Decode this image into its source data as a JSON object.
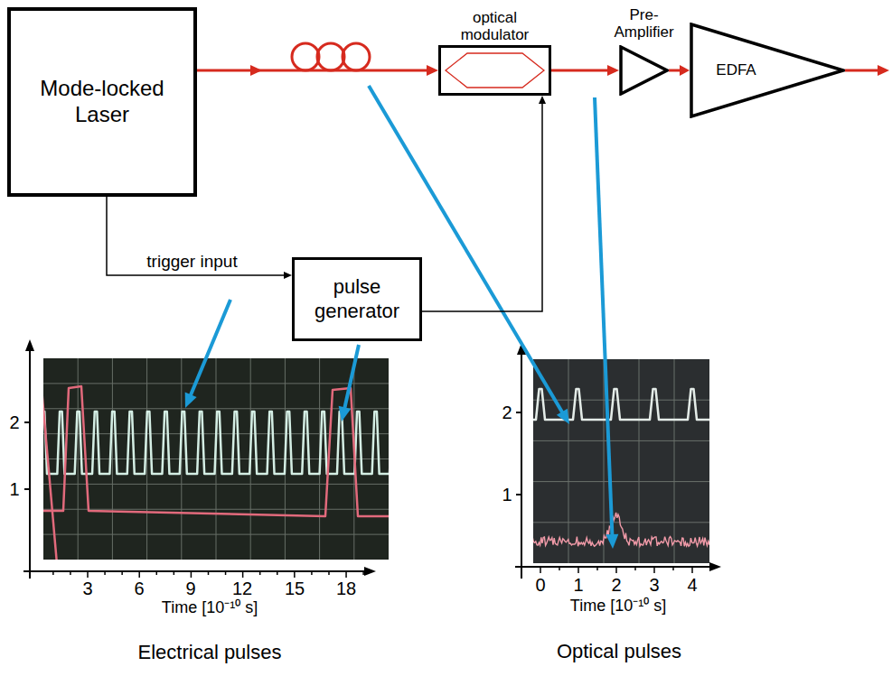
{
  "diagram": {
    "nodes": [
      {
        "text": [
          "Mode-locked Laser"
        ]
      },
      {
        "text": [
          "optical modulator"
        ]
      },
      {
        "text": [
          "Pre-Amplifier"
        ]
      },
      {
        "text": [
          "EDFA"
        ]
      },
      {
        "text": [
          "pulse generator"
        ]
      }
    ],
    "edges": [
      {
        "from": 0,
        "to": 1,
        "arrow": "to"
      },
      {
        "from": 1,
        "to": 2,
        "arrow": "to"
      },
      {
        "from": 2,
        "to": 3,
        "arrow": "to"
      },
      {
        "from": 0,
        "to": 4,
        "arrow": "to",
        "label": "trigger input"
      },
      {
        "from": 4,
        "to": 1,
        "arrow": "to"
      }
    ],
    "labels": [
      "2",
      "1",
      "3",
      "6",
      "9",
      "12",
      "15",
      "18",
      "Time [10⁻¹⁰ s]",
      "Electrical pulses",
      "2",
      "1",
      "0",
      "1",
      "2",
      "3",
      "4",
      "Time [10⁻¹⁰ s]",
      "Optical pulses"
    ]
  }
}
